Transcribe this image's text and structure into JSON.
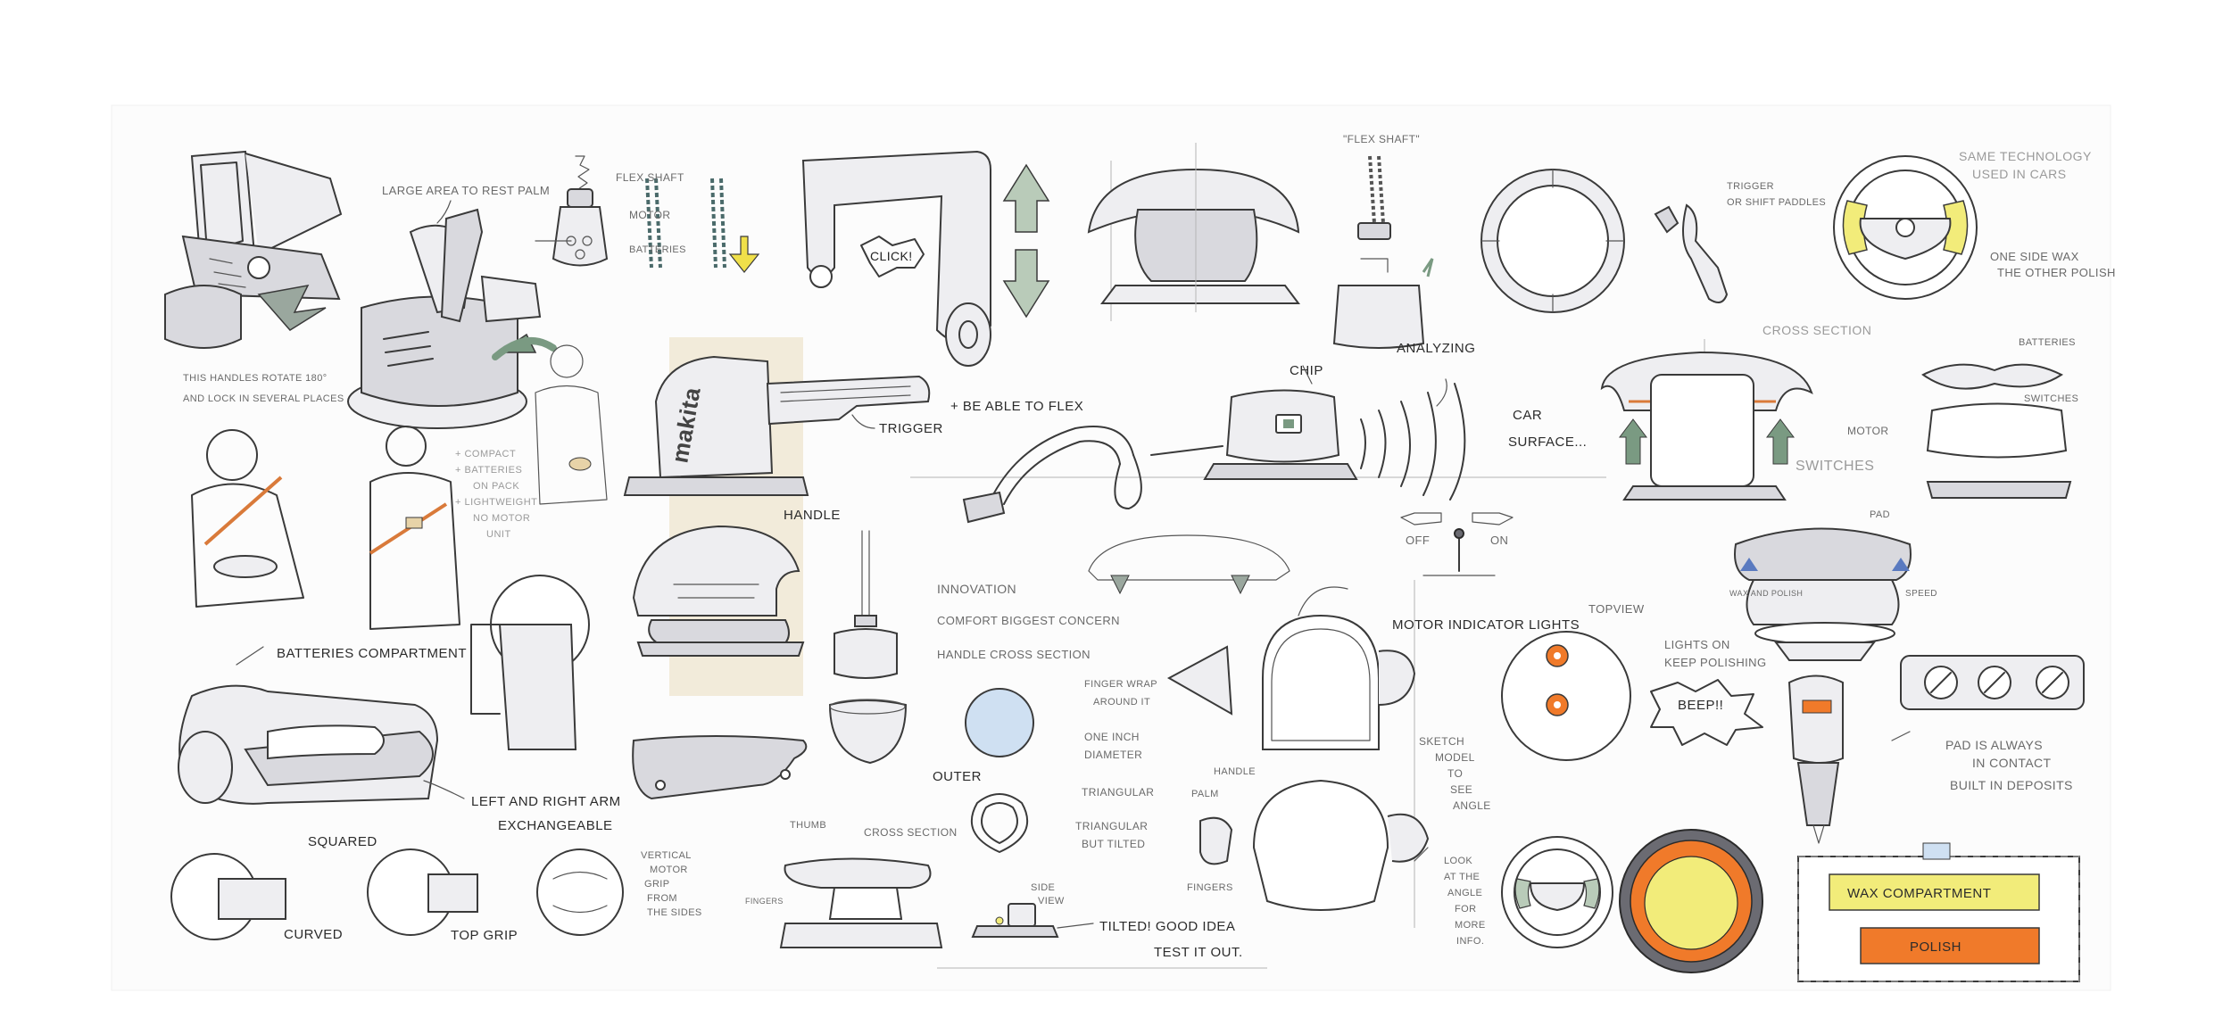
{
  "labels": {
    "large_area": "LARGE AREA TO REST PALM",
    "handles_rotate_1": "THIS HANDLES ROTATE 180°",
    "handles_rotate_2": "AND LOCK IN SEVERAL PLACES",
    "flex_shaft": "FLEX SHAFT",
    "motor": "MOTOR",
    "batteries": "BATTERIES",
    "click": "CLICK!",
    "flex_shaft_q": "\"FLEX SHAFT\"",
    "analyzing": "ANALYZING",
    "trigger_or_1": "TRIGGER",
    "trigger_or_2": "OR SHIFT PADDLES",
    "same_tech_1": "SAME TECHNOLOGY",
    "same_tech_2": "USED IN CARS",
    "one_side_1": "ONE SIDE WAX",
    "one_side_2": "THE OTHER POLISH",
    "cross_section_top": "CROSS SECTION",
    "batteries_r": "BATTERIES",
    "switches_r": "SWITCHES",
    "motor_r": "MOTOR",
    "switches_light": "SWITCHES",
    "pad": "PAD",
    "wax_polish": "WAX AND POLISH",
    "speed": "SPEED",
    "trigger": "TRIGGER",
    "able_flex": "+ BE ABLE TO FLEX",
    "chip": "CHIP",
    "car": "CAR",
    "surface": "SURFACE...",
    "off": "OFF",
    "on": "ON",
    "handle": "HANDLE",
    "person_notes": [
      "+ COMPACT",
      "+ BATTERIES",
      "ON PACK",
      "+ LIGHTWEIGHT",
      "NO MOTOR",
      "UNIT"
    ],
    "innovation": "INNOVATION",
    "comfort": "COMFORT BIGGEST CONCERN",
    "handle_cross": "HANDLE CROSS SECTION",
    "finger_wrap_1": "FINGER WRAP",
    "finger_wrap_2": "AROUND IT",
    "one_inch_1": "ONE INCH",
    "one_inch_2": "DIAMETER",
    "outer": "OUTER",
    "triangular": "TRIANGULAR",
    "triangular_tilted_1": "TRIANGULAR",
    "triangular_tilted_2": "BUT TILTED",
    "motor_indicator": "MOTOR INDICATOR LIGHTS",
    "topview": "TOPVIEW",
    "lights_on_1": "LIGHTS ON",
    "lights_on_2": "KEEP POLISHING",
    "beep": "BEEP!!",
    "sketch_model": [
      "SKETCH",
      "MODEL",
      "TO",
      "SEE",
      "ANGLE"
    ],
    "pad_always_1": "PAD IS ALWAYS",
    "pad_always_2": "IN CONTACT",
    "built_in": "BUILT IN DEPOSITS",
    "batteries_comp": "BATTERIES COMPARTMENT",
    "left_right_1": "LEFT AND RIGHT ARM",
    "left_right_2": "EXCHANGEABLE",
    "squared": "SQUARED",
    "curved": "CURVED",
    "top_grip": "TOP GRIP",
    "vertical_motor": [
      "VERTICAL",
      "MOTOR",
      "GRIP",
      "FROM",
      "THE SIDES"
    ],
    "thumb": "THUMB",
    "cross_section_bottom": "CROSS SECTION",
    "fingers_small": "FINGERS",
    "side_view_1": "SIDE",
    "side_view_2": "VIEW",
    "tilted_good": "TILTED! GOOD IDEA",
    "test_it": "TEST IT OUT.",
    "palm": "PALM",
    "fingers": "FINGERS",
    "look_angle": [
      "LOOK",
      "AT THE",
      "ANGLE",
      "FOR",
      "MORE",
      "INFO."
    ],
    "wax_compartment": "WAX COMPARTMENT",
    "polish": "POLISH",
    "brand": "makita"
  },
  "colors": {
    "wax": "#f2ec7a",
    "polish": "#f07a2a",
    "arrow_green": "#7a9a82",
    "skin": "#e7d3a8",
    "blue_tint": "#cfe0f2",
    "strap": "#d97a3a"
  }
}
